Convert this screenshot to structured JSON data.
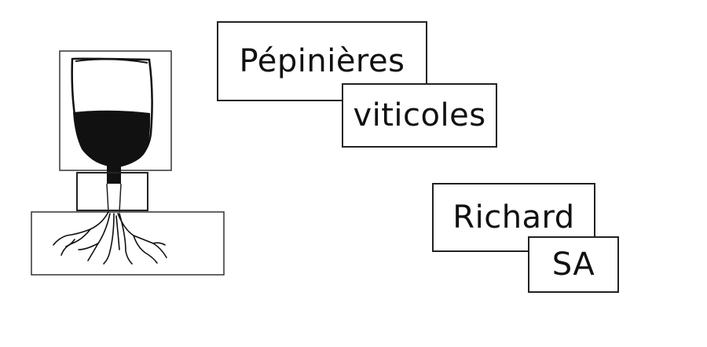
{
  "logo": {
    "icon": "wine-glass-roots-icon",
    "ink": "#111111"
  },
  "labels": {
    "line1": "Pépinières",
    "line2": "viticoles",
    "line3": "Richard",
    "line4": "SA"
  }
}
